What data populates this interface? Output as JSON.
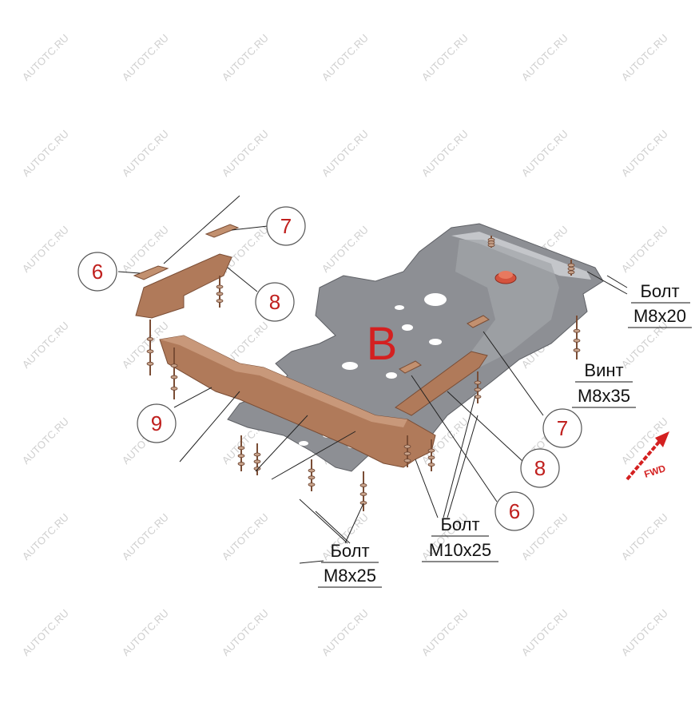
{
  "watermark": "AUTOTC.RU",
  "section_letter": "B",
  "callouts": {
    "c6_left": "6",
    "c7_left": "7",
    "c8_left": "8",
    "c9": "9",
    "c7_right": "7",
    "c8_right": "8",
    "c6_right": "6"
  },
  "labels": {
    "bolt_m8x20_line1": "Болт",
    "bolt_m8x20_line2": "M8x20",
    "screw_m8x35_line1": "Винт",
    "screw_m8x35_line2": "M8x35",
    "bolt_m10x25_line1": "Болт",
    "bolt_m10x25_line2": "M10x25",
    "bolt_m8x25_line1": "Болт",
    "bolt_m8x25_line2": "M8x25"
  },
  "fwd_label": "FWD",
  "colors": {
    "skid_plate": "#8d8f94",
    "skid_plate_light": "#b9bbbf",
    "bracket": "#b07a5a",
    "bracket_dark": "#8a5a40",
    "callout_text": "#c0201e",
    "arrow": "#d42020"
  }
}
